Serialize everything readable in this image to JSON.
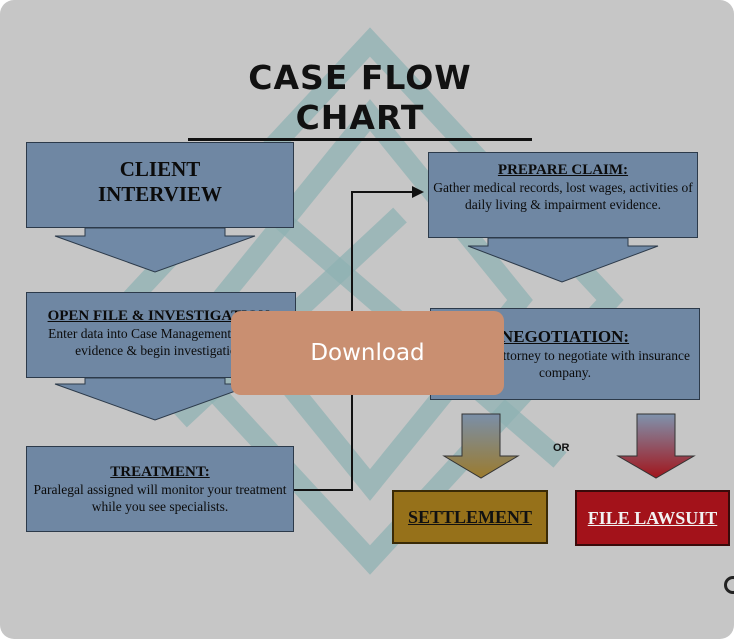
{
  "title": "CASE FLOW CHART",
  "nodes": {
    "client": {
      "line1": "CLIENT",
      "line2": "INTERVIEW"
    },
    "open_file": {
      "heading": "OPEN FILE & INVESTIGATION:",
      "text": "Enter data into Case Management, collect evidence & begin investigation."
    },
    "treatment": {
      "heading": "TREATMENT:",
      "text": "Paralegal assigned will monitor your treatment while you see specialists."
    },
    "prepare": {
      "heading": "PREPARE CLAIM:",
      "text": "Gather medical records, lost wages, activities of daily living & impairment evidence."
    },
    "negotiation": {
      "heading": "NEGOTIATION:",
      "text": "Litigating attorney to negotiate with insurance company."
    },
    "settlement": {
      "label": "SETTLEMENT"
    },
    "lawsuit": {
      "label": "FILE LAWSUIT"
    }
  },
  "or_label": "OR",
  "download_label": "Download",
  "colors": {
    "background": "#c6c6c6",
    "box": "#6f87a3",
    "arrow_blue": "#7089a6",
    "settlement": "#96711a",
    "lawsuit": "#a3121a",
    "download": "#c98f71",
    "watermark": "#8fb1b3"
  }
}
